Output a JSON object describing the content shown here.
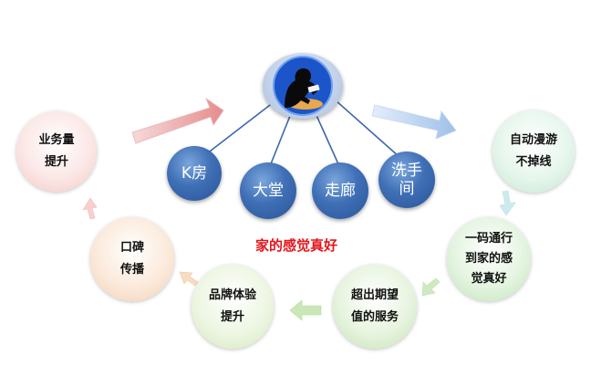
{
  "hub": {
    "icon": "person-reading-icon"
  },
  "spaces": [
    {
      "label": "K房"
    },
    {
      "label": "大堂"
    },
    {
      "label": "走廊"
    },
    {
      "line1": "洗手",
      "line2": "间"
    }
  ],
  "cycle": {
    "item_1": {
      "line1": "业务量",
      "line2": "提升"
    },
    "item_2": {
      "line1": "自动漫游",
      "line2": "不掉线"
    },
    "item_3": {
      "line1": "一码通行",
      "line2": "到家的感",
      "line3": "觉真好"
    },
    "item_4": {
      "line1": "超出期望",
      "line2": "值的服务"
    },
    "item_5": {
      "line1": "品牌体验",
      "line2": "提升"
    },
    "item_6": {
      "line1": "口碑",
      "line2": "传播"
    }
  },
  "center_caption": "家的感觉真好",
  "colors": {
    "caption_red": "#e3161b",
    "space_blue": "#3f6fb6",
    "arrow_red": "#e9a0a0",
    "arrow_blue": "#a9c7ea",
    "arrow_green": "#c8e8b0",
    "link_line": "#3d68a8"
  }
}
